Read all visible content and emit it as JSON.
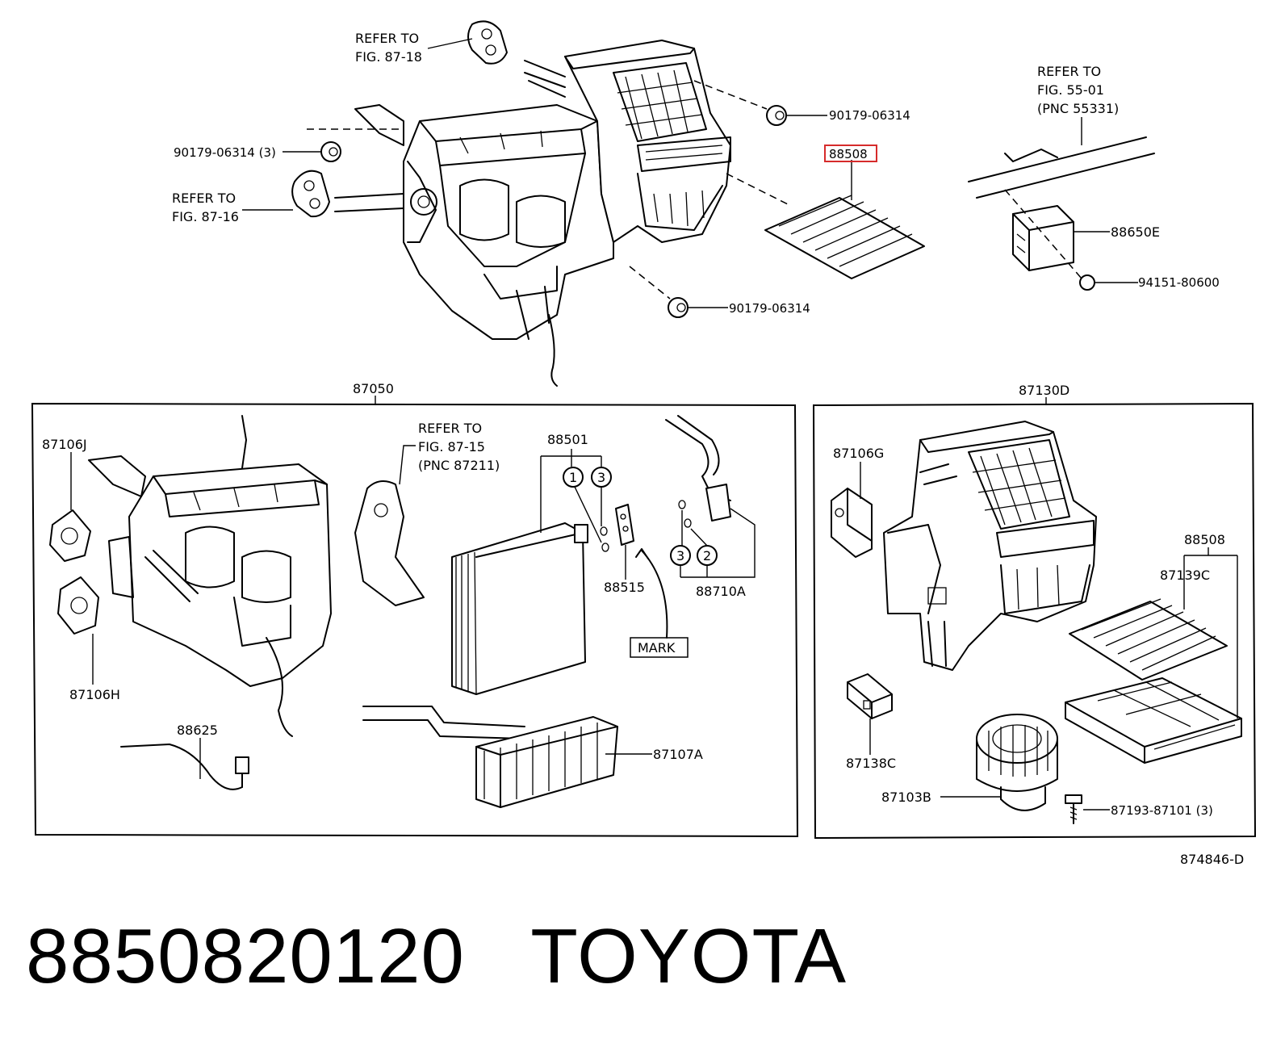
{
  "callouts": {
    "refer_87_18": [
      "REFER TO",
      "FIG. 87-18"
    ],
    "refer_87_16": [
      "REFER TO",
      "FIG. 87-16"
    ],
    "refer_55_01": [
      "REFER TO",
      "FIG. 55-01",
      "(PNC 55331)"
    ],
    "refer_87_15": [
      "REFER TO",
      "FIG. 87-15",
      "(PNC 87211)"
    ],
    "p90179_3": "90179-06314 (3)",
    "p90179_a": "90179-06314",
    "p90179_b": "90179-06314",
    "p88508_top": "88508",
    "p88650e": "88650E",
    "p94151": "94151-80600",
    "p87050": "87050",
    "p87130d": "87130D",
    "p87106j": "87106J",
    "p87106h": "87106H",
    "p88501": "88501",
    "p88515": "88515",
    "p88710a": "88710A",
    "mark": "MARK",
    "p88625": "88625",
    "p87107a": "87107A",
    "p87106g": "87106G",
    "p88508_right": "88508",
    "p87139c": "87139C",
    "p87138c": "87138C",
    "p87103b": "87103B",
    "p87193": "87193-87101 (3)",
    "drawing_no": "874846-D",
    "circle_1": "1",
    "circle_2": "2",
    "circle_3": "3"
  },
  "highlight_color": "#d62b2b",
  "caption": {
    "part_number": "8850820120",
    "brand": "TOYOTA"
  }
}
